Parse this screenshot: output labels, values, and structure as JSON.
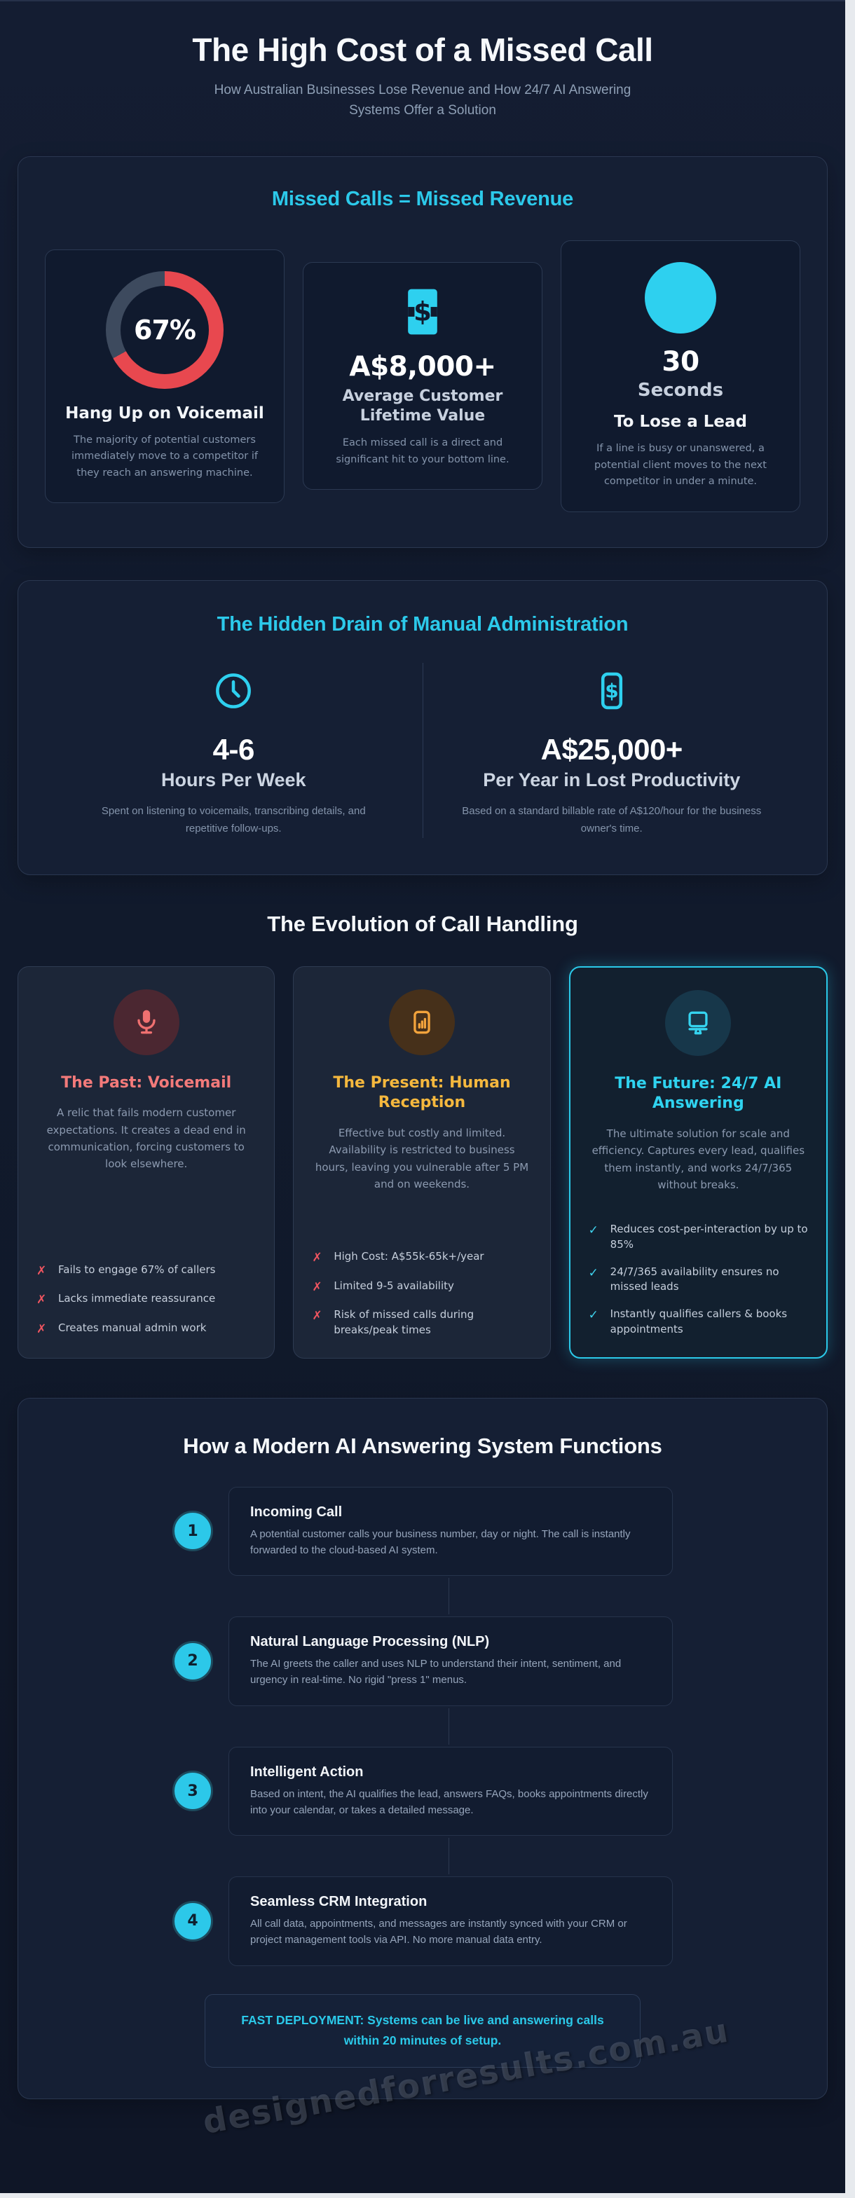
{
  "page": {
    "title": "The High Cost of a Missed Call",
    "subtitle": "How Australian Businesses Lose Revenue and How 24/7 AI Answering Systems Offer a Solution"
  },
  "colors": {
    "background": "#111a2c",
    "panel": "#151f34",
    "card": "#101a2e",
    "accent_cyan": "#2cc9ea",
    "accent_red": "#e8484f",
    "accent_salmon": "#f37a7a",
    "accent_amber": "#f5b83e",
    "text_white": "#f5f8fb",
    "text_gray": "#8c9ab0",
    "text_light": "#c6cfdc"
  },
  "section_revenue": {
    "title": "Missed Calls = Missed Revenue",
    "cards": [
      {
        "icon": "donut-chart",
        "donut": {
          "pct": 67,
          "label": "67%",
          "color": "#e8484f",
          "rest_color": "#3d4a5e"
        },
        "heading": "Hang Up on Voicemail",
        "body": "The majority of potential customers immediately move to a competitor if they reach an answering machine."
      },
      {
        "icon": "banknote",
        "stat": "A$8,000+",
        "sub": "Average Customer Lifetime Value",
        "body": "Each missed call is a direct and significant hit to your bottom line."
      },
      {
        "icon": "cyan-circle",
        "stat": "30",
        "sub": "Seconds",
        "heading": "To Lose a Lead",
        "body": "If a line is busy or unanswered, a potential client moves to the next competitor in under a minute."
      }
    ]
  },
  "section_drain": {
    "title": "The Hidden Drain of Manual Administration",
    "items": [
      {
        "icon": "clock",
        "stat": "4-6",
        "label": "Hours Per Week",
        "body": "Spent on listening to voicemails, transcribing details, and repetitive follow-ups."
      },
      {
        "icon": "dollar-bill",
        "stat": "A$25,000+",
        "label": "Per Year in Lost Productivity",
        "body": "Based on a standard billable rate of A$120/hour for the business owner's time."
      }
    ]
  },
  "section_evolution": {
    "title": "The Evolution of Call Handling",
    "cards": [
      {
        "icon": "microphone",
        "title": "The Past: Voicemail",
        "body": "A relic that fails modern customer expectations. It creates a dead end in communication, forcing customers to look elsewhere.",
        "mark": "✗",
        "bullets": [
          "Fails to engage 67% of callers",
          "Lacks immediate reassurance",
          "Creates manual admin work"
        ]
      },
      {
        "icon": "phone-chart",
        "title": "The Present: Human Reception",
        "body": "Effective but costly and limited. Availability is restricted to business hours, leaving you vulnerable after 5 PM and on weekends.",
        "mark": "✗",
        "bullets": [
          "High Cost: A$55k-65k+/year",
          "Limited 9-5 availability",
          "Risk of missed calls during breaks/peak times"
        ]
      },
      {
        "icon": "computer-monitor",
        "title": "The Future: 24/7 AI Answering",
        "body": "The ultimate solution for scale and efficiency. Captures every lead, qualifies them instantly, and works 24/7/365 without breaks.",
        "mark": "✓",
        "bullets": [
          "Reduces cost-per-interaction by up to 85%",
          "24/7/365 availability ensures no missed leads",
          "Instantly qualifies callers & books appointments"
        ]
      }
    ]
  },
  "section_how": {
    "title": "How a Modern AI Answering System Functions",
    "steps": [
      {
        "num": "1",
        "title": "Incoming Call",
        "body": "A potential customer calls your business number, day or night. The call is instantly forwarded to the cloud-based AI system."
      },
      {
        "num": "2",
        "title": "Natural Language Processing (NLP)",
        "body": "The AI greets the caller and uses NLP to understand their intent, sentiment, and urgency in real-time. No rigid \"press 1\" menus."
      },
      {
        "num": "3",
        "title": "Intelligent Action",
        "body": "Based on intent, the AI qualifies the lead, answers FAQs, books appointments directly into your calendar, or takes a detailed message."
      },
      {
        "num": "4",
        "title": "Seamless CRM Integration",
        "body": "All call data, appointments, and messages are instantly synced with your CRM or project management tools via API. No more manual data entry."
      }
    ],
    "callout": "FAST DEPLOYMENT: Systems can be live and answering calls within 20 minutes of setup."
  },
  "watermark": "designedforresults.com.au"
}
